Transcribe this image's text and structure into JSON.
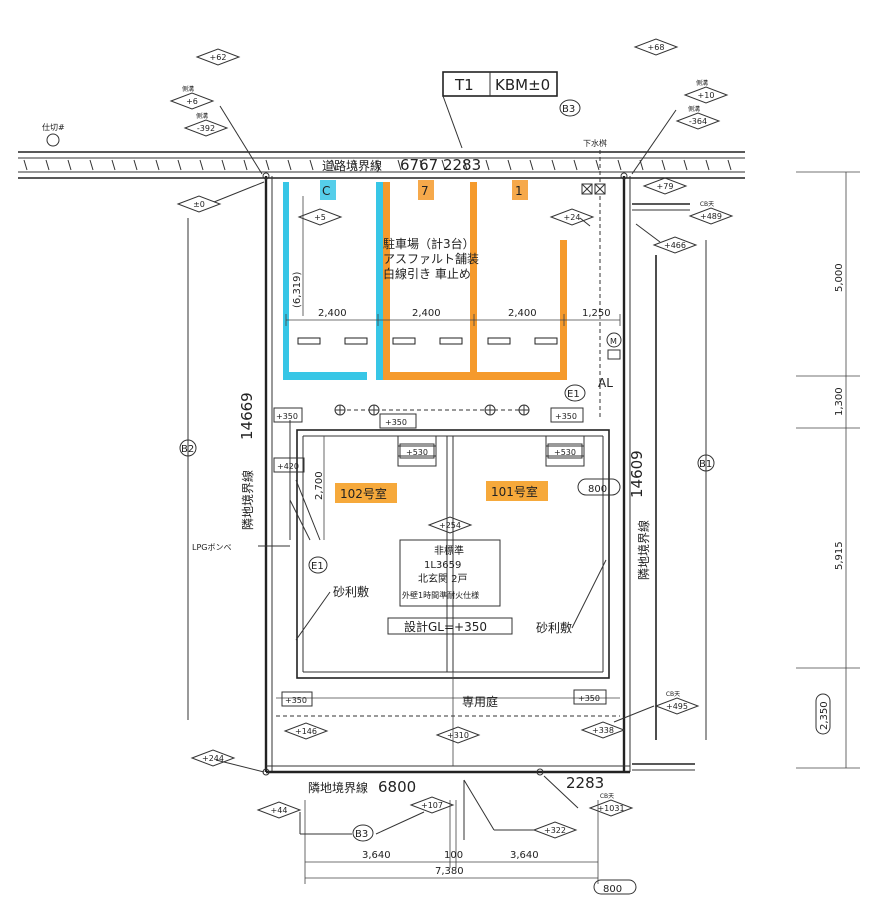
{
  "header": {
    "tag": "T1",
    "benchmark": "KBM±0"
  },
  "markers": {
    "b3": "B3",
    "b1": "B1",
    "b2": "B2",
    "e1": "E1",
    "m": "M",
    "al": "AL"
  },
  "labels": {
    "shikiri": "仕切#",
    "gesui": "下水桝",
    "road_boundary": "道路境界線",
    "road_boundary_dims": "6767  2283",
    "neighbor_boundary_bottom": "隣地境界線",
    "neighbor_boundary_bottom_len": "6800",
    "neighbor_boundary_bottom_extra": "2283",
    "neighbor_boundary_left": "隣地境界線",
    "neighbor_boundary_left_len": "14669",
    "neighbor_boundary_right": "隣地境界線",
    "neighbor_boundary_right_len": "14609",
    "lpg": "LPGボンベ",
    "gravel_left": "砂利敷",
    "gravel_right": "砂利敷",
    "private_garden": "専用庭"
  },
  "parking": {
    "line1": "駐車場（計3台）",
    "line2": "アスファルト舗装",
    "line3": "白線引き  車止め",
    "depth": "(6,319)",
    "widths": [
      "2,400",
      "2,400",
      "2,400",
      "1,250"
    ],
    "space_marks": [
      "C",
      "7",
      "1"
    ]
  },
  "rooms": {
    "r102": "102号室",
    "r101": "101号室"
  },
  "building": {
    "line1": "非標準",
    "line2": "1L3659",
    "line3": "北玄関  2戸",
    "line4": "外壁1時間準耐火仕様",
    "gl": "設計GL=+350"
  },
  "levels": {
    "top_left": "+62",
    "top_right": "+68",
    "left_a_cap": "側溝",
    "left_a": "+6",
    "left_b_cap": "側溝",
    "left_b": "-392",
    "right_a_cap": "側溝",
    "right_a": "+10",
    "right_b_cap": "側溝",
    "right_b": "-364",
    "left_corner": "±0",
    "parking_left": "+5",
    "parking_right": "+24",
    "right_79": "+79",
    "right_489_cap": "CB天",
    "right_489": "+489",
    "right_466": "+466",
    "lv350_a": "+350",
    "lv350_b": "+350",
    "lv350_c": "+350",
    "lv420": "+420",
    "lv530_a": "+530",
    "lv530_b": "+530",
    "lv254": "+254",
    "lv800": "800",
    "lv350_d": "+350",
    "lv350_e": "+350",
    "lv146": "+146",
    "lv310": "+310",
    "lv338": "+338",
    "lv495_cap": "CB天",
    "lv495": "+495",
    "lv244": "+244",
    "lv44": "+44",
    "lv107": "+107",
    "lv322": "+322",
    "lv1031_cap": "CB天",
    "lv1031": "+1031",
    "lv800_bottom": "800"
  },
  "dims_bottom": {
    "d1": "3,640",
    "d2": "100",
    "d3": "3,640",
    "total": "7,380"
  },
  "dims_left": {
    "v2700": "2,700"
  },
  "dims_right": {
    "v5000": "5,000",
    "v1300": "1,300",
    "v5915": "5,915",
    "v2350": "2,350"
  },
  "colors": {
    "cyan": "#37c6e6",
    "orange": "#f59a2c",
    "room_fill": "#f6a93b"
  }
}
